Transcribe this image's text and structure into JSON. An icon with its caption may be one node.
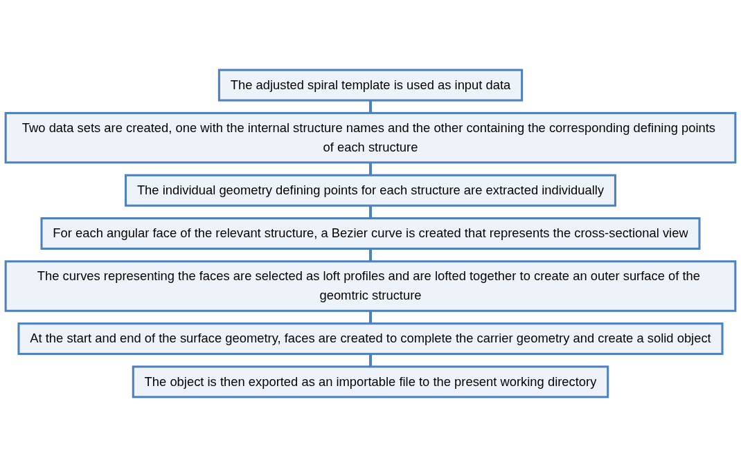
{
  "diagram": {
    "nodes": [
      {
        "text": [
          "The adjusted spiral template is used as input data"
        ]
      },
      {
        "text": [
          "Two data sets are created, one with the internal structure names and the other containing the corresponding defining points of each structure"
        ]
      },
      {
        "text": [
          "The individual geometry defining points for each structure are extracted individually"
        ]
      },
      {
        "text": [
          "For each angular face of the relevant structure, a Bezier curve is created that represents the cross-sectional view"
        ]
      },
      {
        "text": [
          "The curves representing the faces are selected as loft profiles and are lofted together to create an outer surface of the geomtric structure"
        ]
      },
      {
        "text": [
          "At the start and end of the surface geometry, faces are created to complete the carrier geometry and create a solid object"
        ]
      },
      {
        "text": [
          "The object is then exported as an importable file to the present working directory"
        ]
      }
    ],
    "edges": [
      {
        "from": 0,
        "to": 1,
        "arrow": "none"
      },
      {
        "from": 1,
        "to": 2,
        "arrow": "none"
      },
      {
        "from": 2,
        "to": 3,
        "arrow": "none"
      },
      {
        "from": 3,
        "to": 4,
        "arrow": "none"
      },
      {
        "from": 4,
        "to": 5,
        "arrow": "none"
      },
      {
        "from": 5,
        "to": 6,
        "arrow": "none"
      }
    ]
  }
}
